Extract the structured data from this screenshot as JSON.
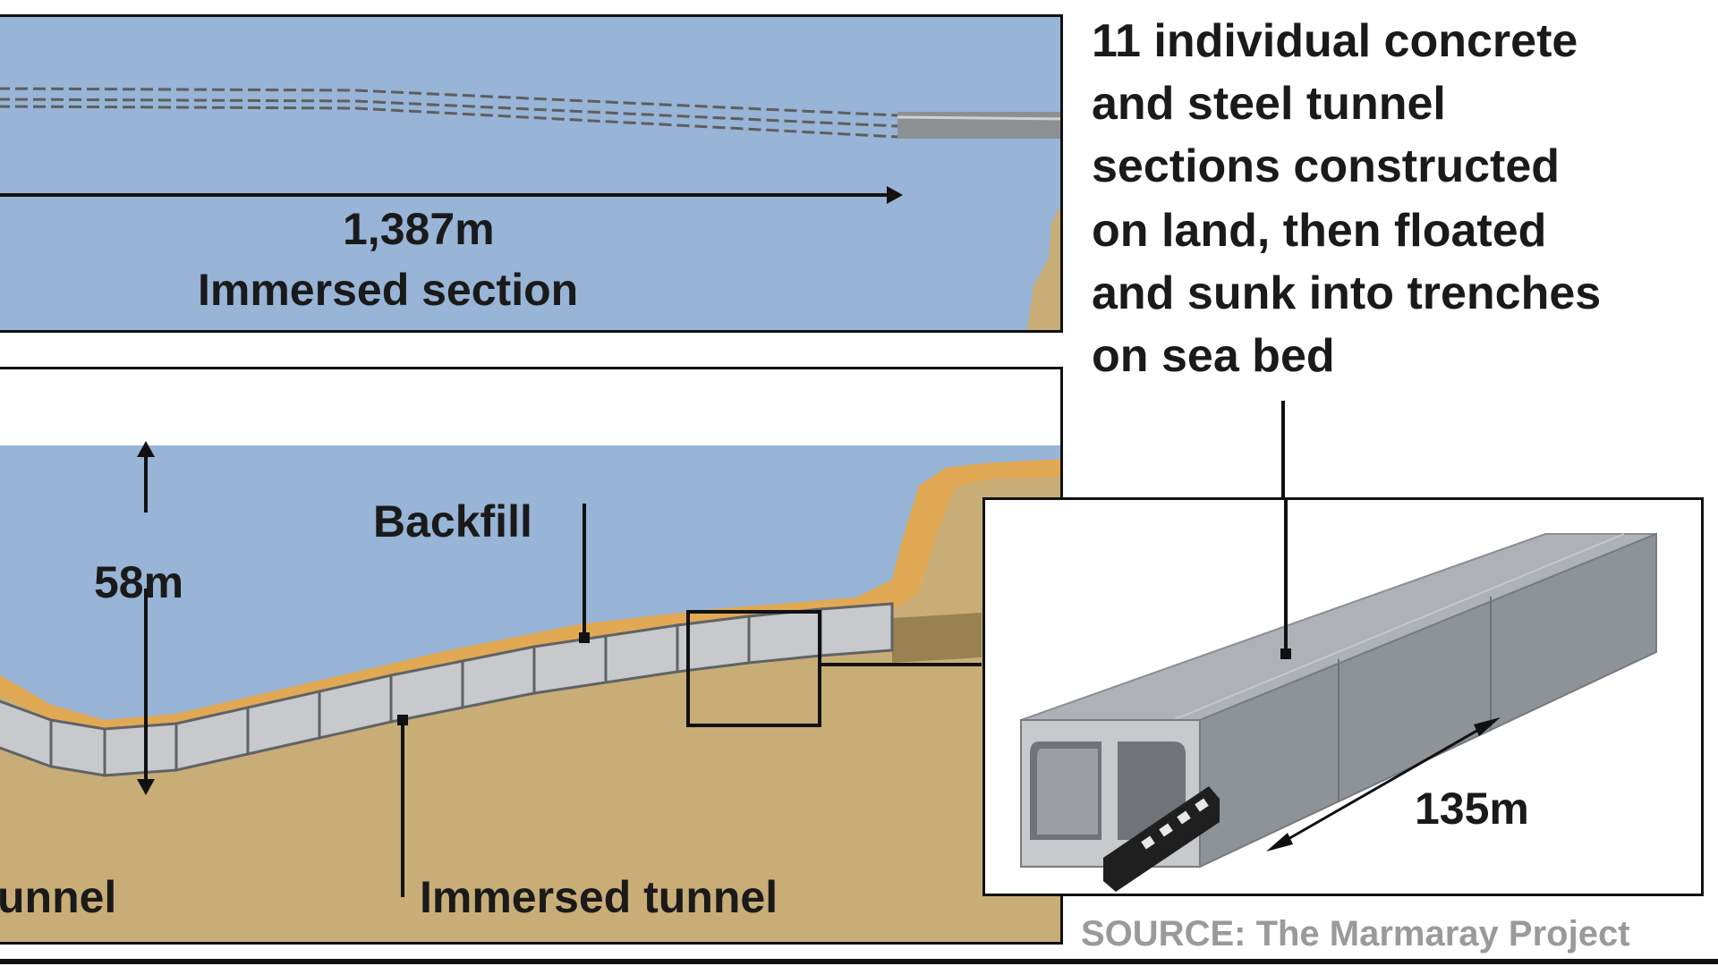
{
  "top_panel": {
    "length_value": "1,387m",
    "section_label": "Immersed section"
  },
  "bottom_panel": {
    "depth_value": "58m",
    "backfill_label": "Backfill",
    "left_tunnel_label_fragment": "unnel",
    "immersed_tunnel_label": "Immersed tunnel"
  },
  "description": {
    "lines": [
      "11 individual concrete",
      "and steel tunnel",
      "sections constructed",
      "on land, then floated",
      "and sunk into trenches",
      "on sea bed"
    ]
  },
  "inset": {
    "section_length": "135m"
  },
  "source": "SOURCE: The Marmaray Project",
  "colors": {
    "water": "#98b4d6",
    "seabed": "#c9ad77",
    "backfill": "#e2a955",
    "tunnel_segment": "#c7c9cc",
    "tunnel_top": "#aeb2b6",
    "tunnel_side": "#8e9397",
    "outline": "#111111",
    "source_text": "#9a9a9a"
  }
}
